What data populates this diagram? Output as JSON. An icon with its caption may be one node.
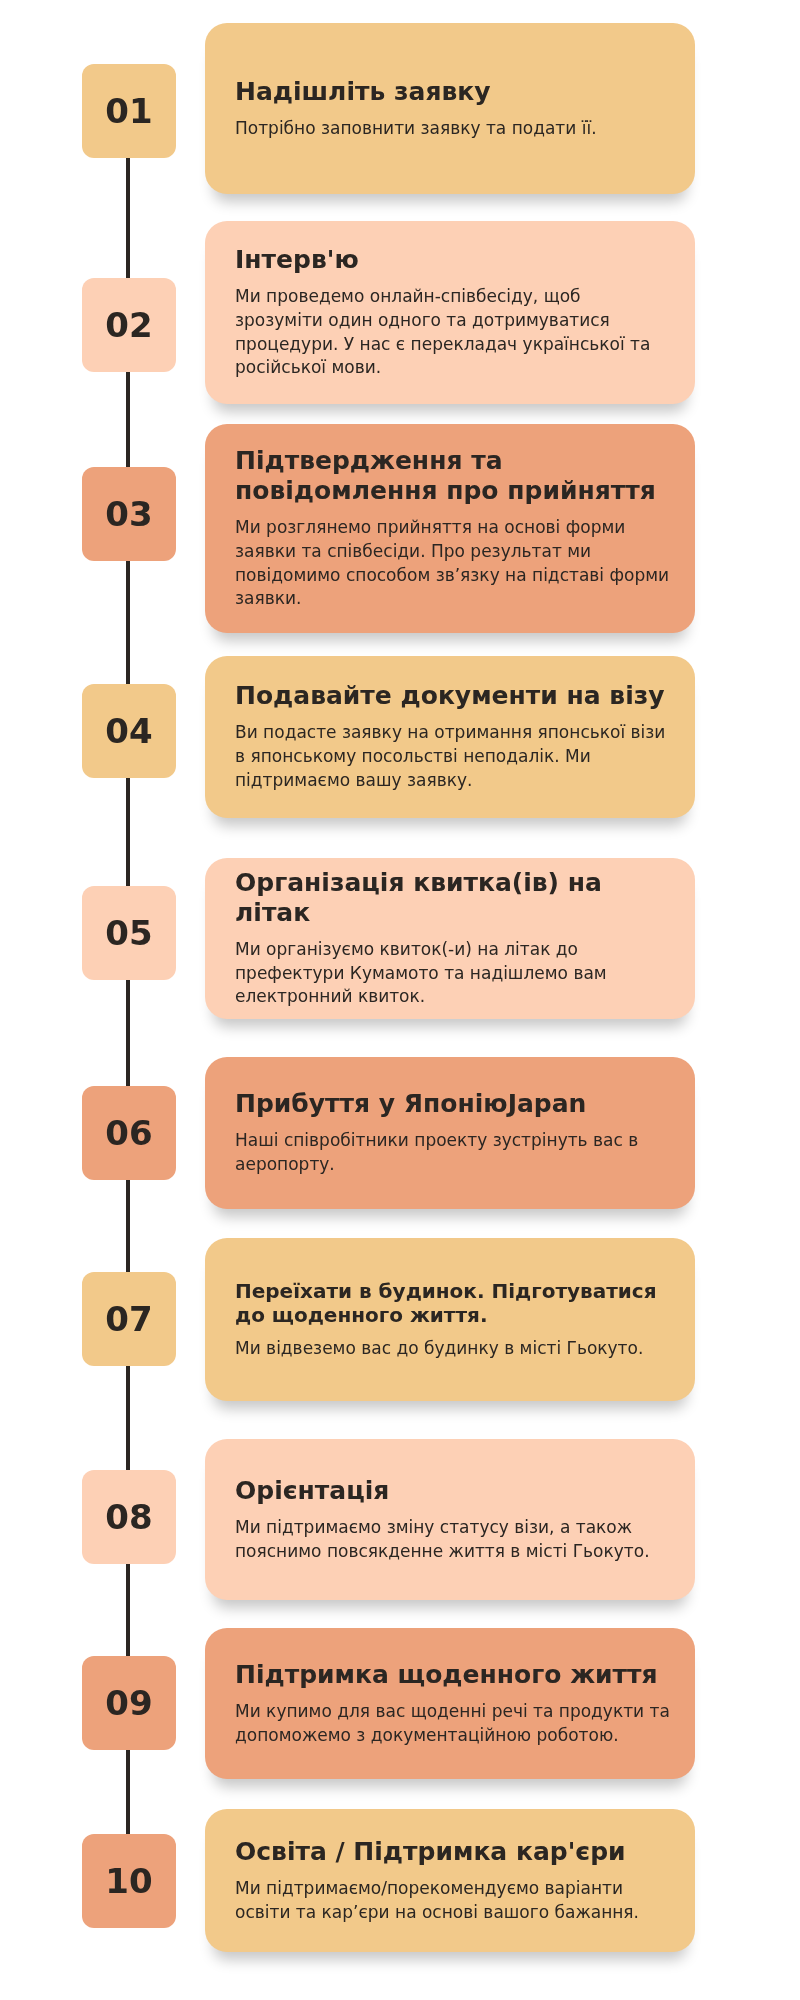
{
  "diagram": {
    "nodes": [
      {
        "text": [
          "01"
        ]
      },
      {
        "text": [
          "Надішліть заявку",
          "Потрібно заповнити заявку та подати її."
        ]
      },
      {
        "text": [
          "02"
        ]
      },
      {
        "text": [
          "Інтерв'ю",
          "Ми проведемо онлайн-співбесіду, щоб зрозуміти один одного та дотримуватися процедури. У нас є перекладач української та російської мови."
        ]
      },
      {
        "text": [
          "03"
        ]
      },
      {
        "text": [
          "Підтвердження та повідомлення про прийняття",
          "Ми розглянемо прийняття на основі форми заявки та співбесіди. Про результат ми повідомимо способом зв’язку на підставі форми заявки."
        ]
      },
      {
        "text": [
          "04"
        ]
      },
      {
        "text": [
          "Подавайте документи на візу",
          "Ви подасте заявку на отримання японської візи в японському посольстві неподалік. Ми підтримаємо вашу заявку."
        ]
      },
      {
        "text": [
          "05"
        ]
      },
      {
        "text": [
          "Організація квитка(ів) на літак",
          "Ми організуємо квиток(-и) на літак до префектури Кумамото та надішлемо вам електронний квиток."
        ]
      },
      {
        "text": [
          "06"
        ]
      },
      {
        "text": [
          "Прибуття у ЯпоніюJapan",
          "Наші співробітники проекту зустрінуть вас в аеропорту."
        ]
      },
      {
        "text": [
          "07"
        ]
      },
      {
        "text": [
          "Переїхати в будинок. Підготуватися до щоденного життя.",
          "Ми відвеземо вас до будинку в місті Гьокуто."
        ]
      },
      {
        "text": [
          "08"
        ]
      },
      {
        "text": [
          "Орієнтація",
          "Ми підтримаємо зміну статусу візи, а також пояснимо повсякденне життя в місті Гьокуто."
        ]
      },
      {
        "text": [
          "09"
        ]
      },
      {
        "text": [
          "Підтримка щоденного життя",
          "Ми купимо для вас щоденні речі та продукти та допоможемо з документаційною роботою."
        ]
      },
      {
        "text": [
          "10"
        ]
      },
      {
        "text": [
          "Освіта / Підтримка кар'єри",
          "Ми підтримаємо/порекомендуємо варіанти освіти та кар’єри на основі вашого бажання."
        ]
      }
    ],
    "edges": [
      {
        "from": 0,
        "to": 2,
        "arrow": "none"
      },
      {
        "from": 2,
        "to": 4,
        "arrow": "none"
      },
      {
        "from": 4,
        "to": 6,
        "arrow": "none"
      },
      {
        "from": 6,
        "to": 8,
        "arrow": "none"
      },
      {
        "from": 8,
        "to": 10,
        "arrow": "none"
      },
      {
        "from": 10,
        "to": 12,
        "arrow": "none"
      },
      {
        "from": 12,
        "to": 14,
        "arrow": "none"
      },
      {
        "from": 14,
        "to": 16,
        "arrow": "none"
      },
      {
        "from": 16,
        "to": 18,
        "arrow": "none"
      }
    ]
  }
}
